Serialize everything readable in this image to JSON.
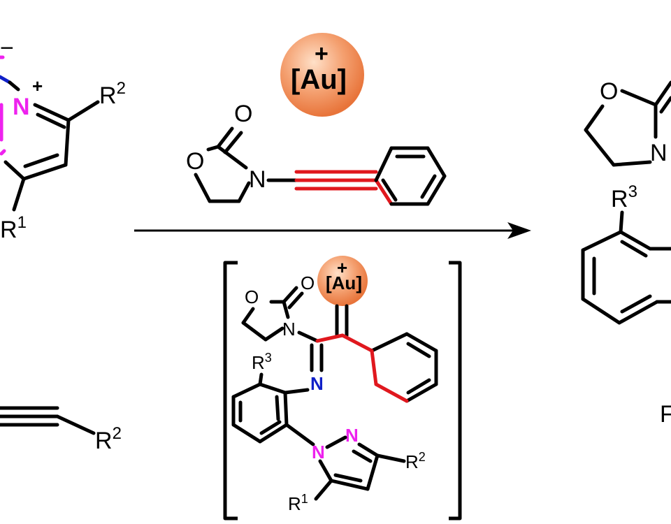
{
  "catalyst": {
    "charge": "+",
    "label": "[Au]",
    "color": "#f08040"
  },
  "reagent": {
    "atoms": {
      "o_ring": "O",
      "o_carbonyl": "O",
      "n": "N"
    }
  },
  "intermediate": {
    "au_label": "[Au]",
    "au_charge": "+",
    "o_ring": "O",
    "o_carbonyl": "O",
    "n_amide": "N",
    "n_imine": "N",
    "n_pyr1": "N",
    "n_pyr2": "N",
    "r1": "R",
    "r1_sup": "1",
    "r2": "R",
    "r2_sup": "2",
    "r3": "R",
    "r3_sup": "3"
  },
  "left_reactant": {
    "n_plus": "N",
    "charge": "+",
    "minus": "−",
    "r1": "R",
    "r1_sup": "1",
    "r2": "R",
    "r2_sup": "2"
  },
  "left_alkyne": {
    "r2": "R",
    "r2_sup": "2"
  },
  "product": {
    "o": "O",
    "n": "N",
    "r3": "R",
    "r3_sup": "3",
    "partial": "F"
  },
  "colors": {
    "bond_red": "#e0181e",
    "imine_blue": "#1020c8",
    "pyrazole_magenta": "#ee22ee"
  }
}
